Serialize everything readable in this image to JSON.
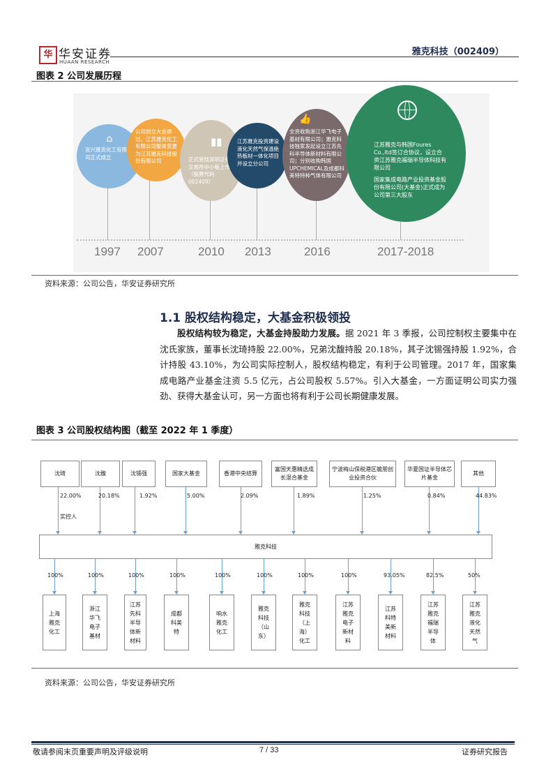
{
  "header": {
    "logo_text": "华",
    "brand": "华安证券",
    "brand_en": "HUAAN RESEARCH",
    "company": "雅克科技（002409）"
  },
  "figure2": {
    "title": "图表 2 公司发展历程",
    "source": "资料来源：公司公告，华安证券研究所",
    "events": [
      {
        "year": "1997",
        "text": "宜兴雅克化工有限公司正式成立",
        "color": "#8ab8de",
        "icon": "home-icon"
      },
      {
        "year": "2007",
        "text": "公司创立大会通过，江苏雅克化工有限公司整体变更为江苏雅克科技股份有限公司",
        "color": "#f2a33a",
        "icon": ""
      },
      {
        "year": "2010",
        "text": "正式登陆深圳证券交易所中小板上市（股票代码002409）",
        "color": "#cfc6b6",
        "icon": "bar-chart-icon"
      },
      {
        "year": "2013",
        "text": "江苏雅克投资建设液化天然气保温绝热板材一体化项目并设立分公司",
        "color": "#244a6a",
        "icon": ""
      },
      {
        "year": "2016",
        "text": "全资收购浙江华飞电子基材有限公司；雅克科技独家发起设立江苏先科半导体新材料有限公司；分别收购韩国UPCHEMICAL及成都科美特特种气体有限公司",
        "color": "#7a6a6c",
        "icon": "thumbs-up-icon"
      },
      {
        "year": "2017-2018",
        "text": "江苏雅克与韩国Foures Co.,ltd签订合协议，设立合资江苏雅克福瑞半导体科技有限公司",
        "text2": "国家集成电路产业投资基金股份有限公司(大基金)正式成为公司第三大股东",
        "color": "#2e8a5e",
        "icon": "globe-icon"
      }
    ]
  },
  "section": {
    "title": "1.1 股权结构稳定，大基金积极领投",
    "lead": "股权结构较为稳定，大基金持股助力发展。",
    "body": "据 2021 年 3 季报，公司控制权主要集中在沈氏家族，董事长沈琦持股 22.00%，兄弟沈馥持股 20.18%，其子沈锡强持股 1.92%，合计持股 43.10%，为公司实际控制人，股权结构稳定，有利于公司管理。2017 年，国家集成电路产业基金注资 5.5 亿元，占公司股权 5.57%。引入大基金，一方面证明公司实力强劲、获得大基金认可，另一方面也将有利于公司长期健康发展。"
  },
  "figure3": {
    "title": "图表 3 公司股权结构图（截至 2022 年 1 季度）",
    "source": "资料来源：公司公告，华安证券研究所",
    "controller_label": "实控人",
    "center": "雅克科技",
    "shareholders": [
      {
        "name": "沈琦",
        "pct": "22.00%"
      },
      {
        "name": "沈馥",
        "pct": "20.18%"
      },
      {
        "name": "沈锡强",
        "pct": "1.92%"
      },
      {
        "name": "国家大基金",
        "pct": "5.00%"
      },
      {
        "name": "香港中央结算",
        "pct": "2.09%"
      },
      {
        "name": "富国天惠精选成长混合基金",
        "pct": "1.89%"
      },
      {
        "name": "宁波梅山保税港区毓朋创业投资合伙",
        "pct": "1.25%"
      },
      {
        "name": "华夏国证半导体芯片基金",
        "pct": "0.84%"
      },
      {
        "name": "其他",
        "pct": "44.83%"
      }
    ],
    "subsidiaries": [
      {
        "name": "上海雅克化工",
        "pct": "100%"
      },
      {
        "name": "浙江华飞电子基材",
        "pct": "100%"
      },
      {
        "name": "江苏先科半导体新材料",
        "pct": "100%"
      },
      {
        "name": "成都科美特",
        "pct": "100%"
      },
      {
        "name": "响水雅克化工",
        "pct": "100%"
      },
      {
        "name": "雅克科技（山东）",
        "pct": "100%"
      },
      {
        "name": "雅克科技（上海）化工",
        "pct": "100%"
      },
      {
        "name": "江苏雅克电子新材料",
        "pct": "100%"
      },
      {
        "name": "江苏科特美新材料",
        "pct": "93.05%"
      },
      {
        "name": "江苏雅克福瑞半导体",
        "pct": "82.5%"
      },
      {
        "name": "江苏雅克液化天然气",
        "pct": "50%"
      }
    ]
  },
  "footer": {
    "left": "敬请参阅末页重要声明及评级说明",
    "page": "7 / 33",
    "right": "证券研究报告"
  }
}
